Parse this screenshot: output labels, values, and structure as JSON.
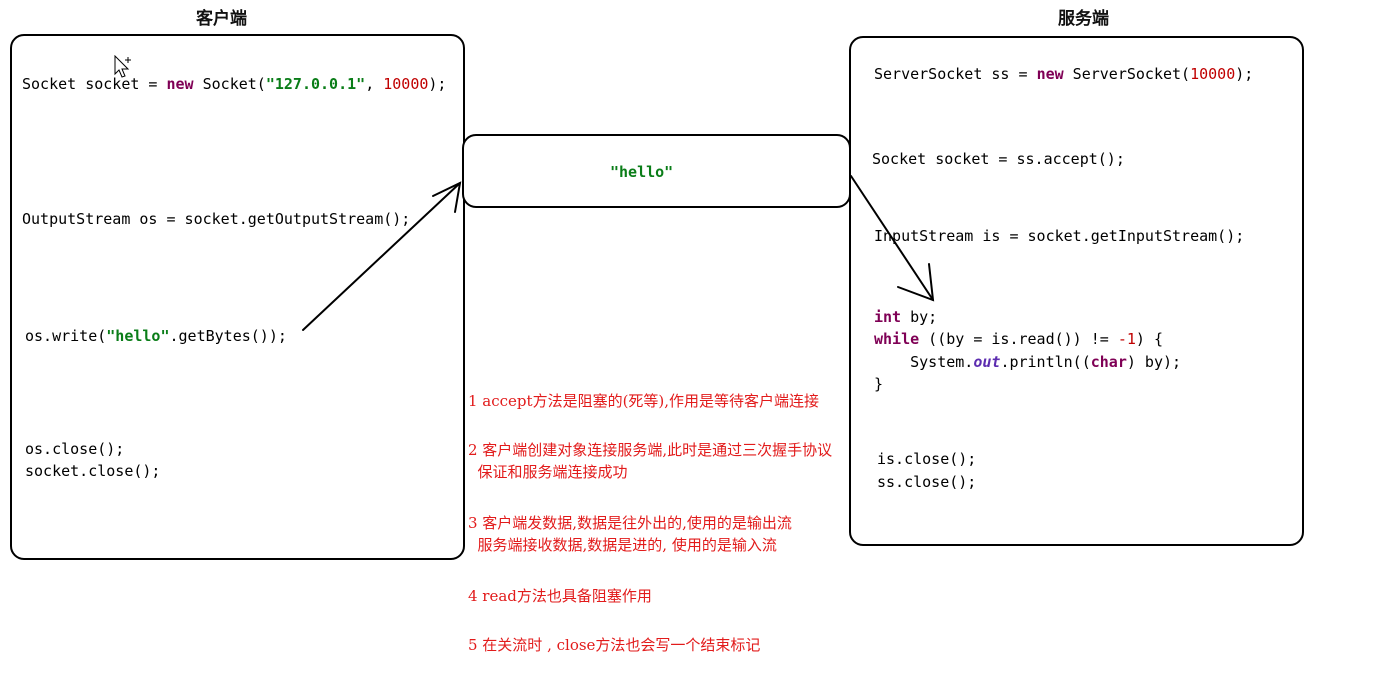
{
  "client": {
    "title": "客户端",
    "l1_a": "Socket socket = ",
    "l1_kw": "new",
    "l1_b": " Socket(",
    "l1_str": "\"127.0.0.1\"",
    "l1_c": ", ",
    "l1_num": "10000",
    "l1_d": ");",
    "l2": "OutputStream os = socket.getOutputStream();",
    "l3_a": "os.write(",
    "l3_str": "\"hello\"",
    "l3_b": ".getBytes());",
    "l4": "os.close();",
    "l5": "socket.close();"
  },
  "server": {
    "title": "服务端",
    "l1_a": "ServerSocket ss = ",
    "l1_kw": "new",
    "l1_b": " ServerSocket(",
    "l1_num": "10000",
    "l1_c": ");",
    "l2": "Socket socket = ss.accept();",
    "l3": "InputStream is = socket.getInputStream();",
    "l4_kw": "int",
    "l4_b": " by;",
    "l5_kw": "while",
    "l5_b": " ((by = is.read()) != ",
    "l5_num": "-1",
    "l5_c": ") {",
    "l6_a": "    System.",
    "l6_field": "out",
    "l6_b": ".println((",
    "l6_kw": "char",
    "l6_c": ") by);",
    "l7": "}",
    "l8": "is.close();",
    "l9": "ss.close();"
  },
  "middle": {
    "message": "\"hello\""
  },
  "notes": [
    "1 accept方法是阻塞的(死等),作用是等待客户端连接",
    "2 客户端创建对象连接服务端,此时是通过三次握手协议\n  保证和服务端连接成功",
    "3 客户端发数据,数据是往外出的,使用的是输出流\n  服务端接收数据,数据是进的, 使用的是输入流",
    "4 read方法也具备阻塞作用",
    "5 在关流时 , close方法也会写一个结束标记"
  ],
  "colors": {
    "keyword": "#7f0055",
    "string": "#0a7d18",
    "number": "#c00000",
    "note": "#e21b1b"
  }
}
